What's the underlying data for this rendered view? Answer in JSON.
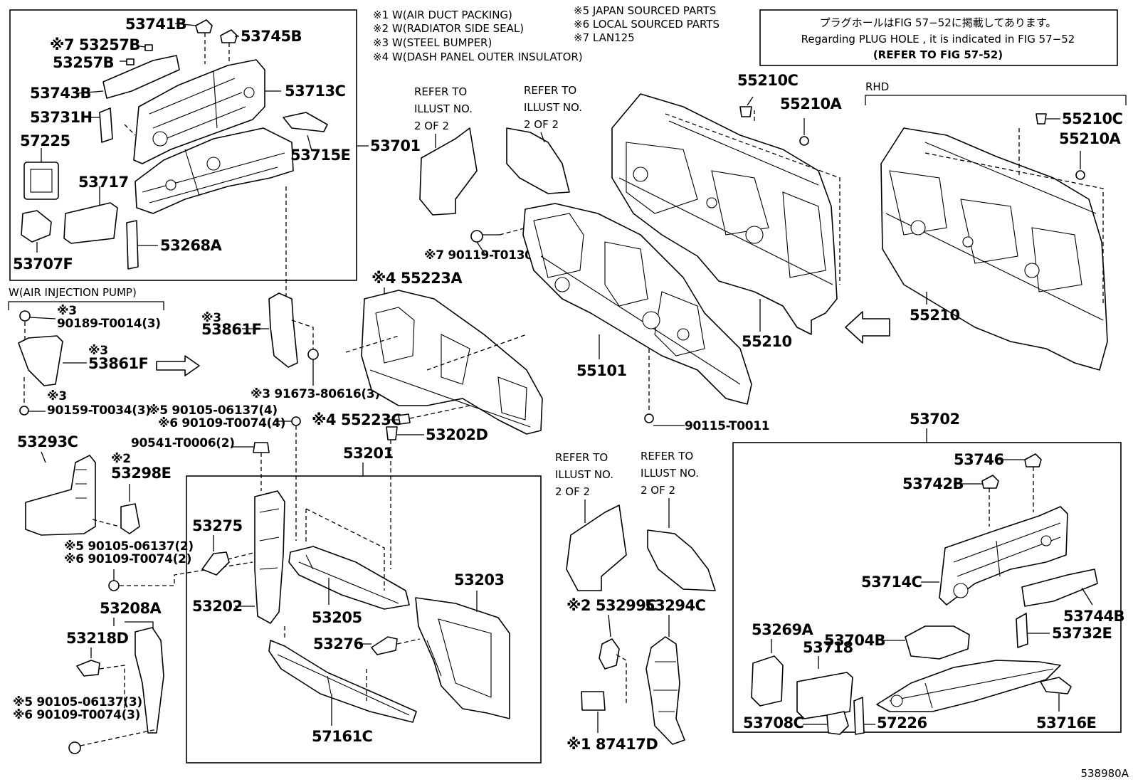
{
  "notes": {
    "n1": "※1 W(AIR DUCT PACKING)",
    "n2": "※2 W(RADIATOR SIDE SEAL)",
    "n3": "※3 W(STEEL BUMPER)",
    "n4": "※4 W(DASH PANEL OUTER INSULATOR)",
    "n5": "※5 JAPAN SOURCED PARTS",
    "n6": "※6 LOCAL SOURCED PARTS",
    "n7": "※7 LAN125"
  },
  "plug_note": {
    "jp": "プラグホールはFIG 57−52に掲載してあります。",
    "en": "Regarding  PLUG  HOLE , it is indicated in FIG  57−52",
    "ref": "(REFER  TO  FIG  57-52)"
  },
  "headers": {
    "rhd": "RHD",
    "air_injection": "W(AIR INJECTION PUMP)"
  },
  "refer": {
    "l1": "REFER TO",
    "l2": "ILLUST NO.",
    "l3": "2 OF 2"
  },
  "labels": {
    "p53741B": "53741B",
    "p53745B": "53745B",
    "p53257B_7": "※7 53257B",
    "p53257B": "53257B",
    "p53743B": "53743B",
    "p53713C": "53713C",
    "p53731H": "53731H",
    "p53715E": "53715E",
    "p53701": "53701",
    "p57225": "57225",
    "p53717": "53717",
    "p53268A": "53268A",
    "p53707F": "53707F",
    "p90189": "90189-T0014(3)",
    "s3a": "※3",
    "s3b": "※3",
    "s3c": "※3",
    "s3d": "※3",
    "p53861F_a": "53861F",
    "p53861F_b": "53861F",
    "p90159": "90159-T0034(3)",
    "p90105_4": "※5 90105-06137(4)",
    "p90109_4": "※6 90109-T0074(4)",
    "p91673": "※3 91673-80616(3)",
    "p90541": "90541-T0006(2)",
    "p53293C": "53293C",
    "s2a": "※2",
    "p53298E": "53298E",
    "p90105_2": "※5 90105-06137(2)",
    "p90109_2": "※6 90109-T0074(2)",
    "p53208A": "53208A",
    "p53218D": "53218D",
    "p90105_3": "※5 90105-06137(3)",
    "p90109_3": "※6 90109-T0074(3)",
    "p53201": "53201",
    "p53275": "53275",
    "p53202_left": "53202",
    "p53205": "53205",
    "p53203": "53203",
    "p53276": "53276",
    "p57161C": "57161C",
    "p53202D": "53202D",
    "p55223C": "※4 55223C",
    "p55223A": "※4 55223A",
    "p90119": "※7 90119-T0130",
    "p55101": "55101",
    "p90115": "90115-T0011",
    "p55210C_a": "55210C",
    "p55210A_a": "55210A",
    "p55210_a": "55210",
    "p55210C_b": "55210C",
    "p55210A_b": "55210A",
    "p55210_b": "55210",
    "p53299C": "※2 53299C",
    "p53294C": "53294C",
    "p87417D": "※1 87417D",
    "p53702": "53702",
    "p53746": "53746",
    "p53742B": "53742B",
    "p53714C": "53714C",
    "p53744B": "53744B",
    "p53732E": "53732E",
    "p53269A": "53269A",
    "p53704B": "53704B",
    "p53718": "53718",
    "p53708C": "53708C",
    "p57226": "57226",
    "p53716E": "53716E"
  },
  "figure_id": "538980A"
}
